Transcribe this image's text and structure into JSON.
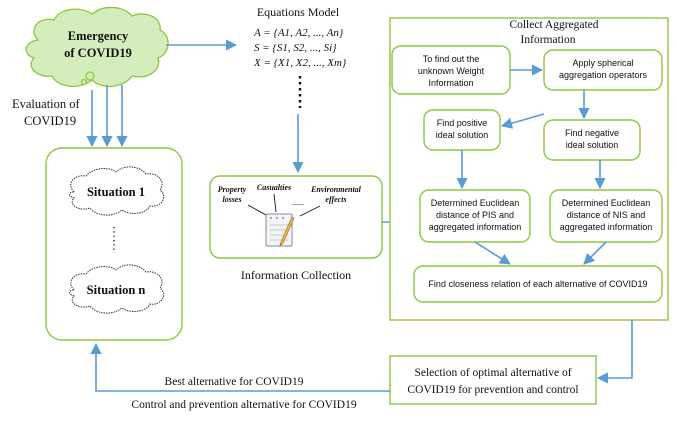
{
  "emergency": {
    "line1": "Emergency",
    "line2": "of COVID19"
  },
  "evaluation": {
    "line1": "Evaluation of",
    "line2": "COVID19"
  },
  "situations": {
    "first": "Situation 1",
    "last": "Situation n"
  },
  "equations": {
    "title": "Equations Model",
    "line1": "A = {A1, A2, ..., An}",
    "line2": "S = {S1, S2, ..., Si}",
    "line3": "X = {X1, X2, ..., Xm}"
  },
  "collection": {
    "caption": "Information Collection",
    "property": [
      "Property",
      "losses"
    ],
    "casualties": "Casualties",
    "environmental": [
      "Environmental",
      "effects"
    ],
    "dots": "......"
  },
  "aggregated": {
    "title": [
      "Collect Aggregated",
      "Information"
    ]
  },
  "boxes": {
    "weight": [
      "To find out the",
      "unknown Weight",
      "Information"
    ],
    "spherical": [
      "Apply spherical",
      "aggregation operators"
    ],
    "positive": [
      "Find positive",
      "ideal solution"
    ],
    "negative": [
      "Find negative",
      "ideal solution"
    ],
    "pis": [
      "Determined Euclidean",
      "distance of PIS and",
      "aggregated information"
    ],
    "nis": [
      "Determined Euclidean",
      "distance of NIS and",
      "aggregated information"
    ],
    "closeness": "Find closeness relation of each alternative of COVID19",
    "selection": [
      "Selection of optimal alternative of",
      "COVID19 for prevention and control"
    ]
  },
  "bottom": {
    "best": "Best alternative for COVID19",
    "control": "Control and prevention alternative for COVID19"
  },
  "colors": {
    "box": "#8dc63f",
    "arrow": "#5b9bd5",
    "cloud_fill": "#d4edbd"
  }
}
